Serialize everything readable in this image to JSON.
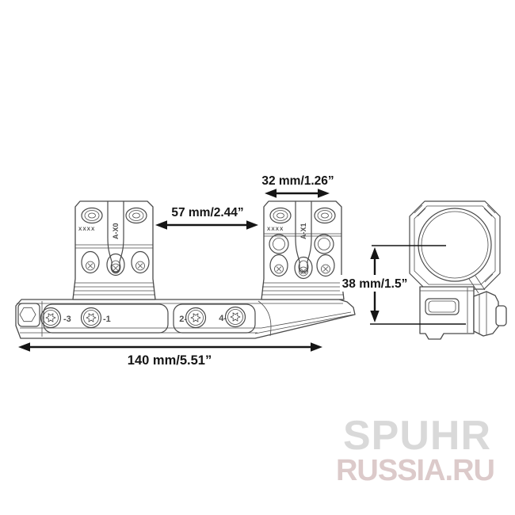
{
  "diagram": {
    "title": "scope-mount-technical-drawing",
    "dimensions": {
      "ring_cap_width": "32 mm/1.26”",
      "ring_spacing": "57 mm/2.44”",
      "center_height": "38 mm/1.5”",
      "overall_length": "140 mm/5.51”"
    },
    "base_screw_labels": {
      "screw1": "-3",
      "screw2": "-1",
      "screw3": "2-",
      "screw4": "4-"
    },
    "ring_markings": {
      "left_code": "A-X0",
      "right_code": "A-X1",
      "left_serial": "XXXX",
      "right_serial": "XXXX"
    }
  },
  "watermark": {
    "line1": "SPUHR",
    "line2": "RUSSIA.RU",
    "line1_color": "#d9d9d9",
    "line2_color": "#dccaca"
  },
  "colors": {
    "line_art": "#4a4a4a",
    "dimension": "#151515",
    "background": "#ffffff"
  }
}
